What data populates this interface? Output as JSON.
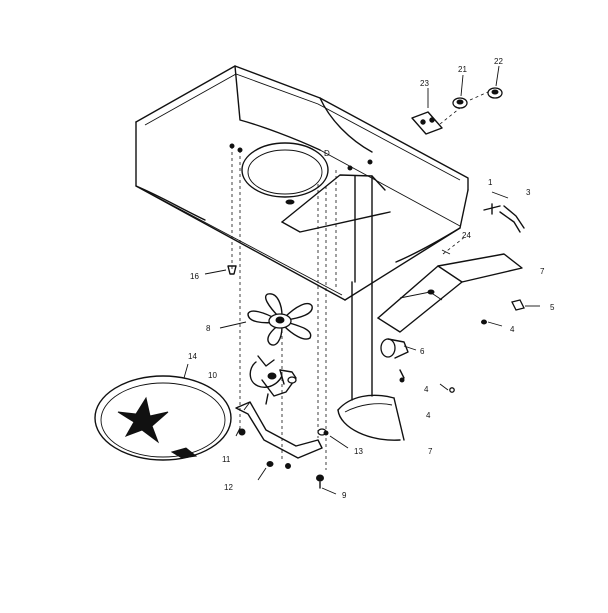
{
  "callouts": {
    "c1": "1",
    "c3": "3",
    "c4a": "4",
    "c4b": "4",
    "c4c": "4",
    "c5": "5",
    "c6": "6",
    "c7a": "7",
    "c7b": "7",
    "c8": "8",
    "c9": "9",
    "c10": "10",
    "c11": "11",
    "c12": "12",
    "c13": "13",
    "c14": "14",
    "c16": "16",
    "c21": "21",
    "c22": "22",
    "c23": "23",
    "c24": "24",
    "cD": "D"
  },
  "colors": {
    "line": "#111111",
    "background": "#ffffff"
  }
}
